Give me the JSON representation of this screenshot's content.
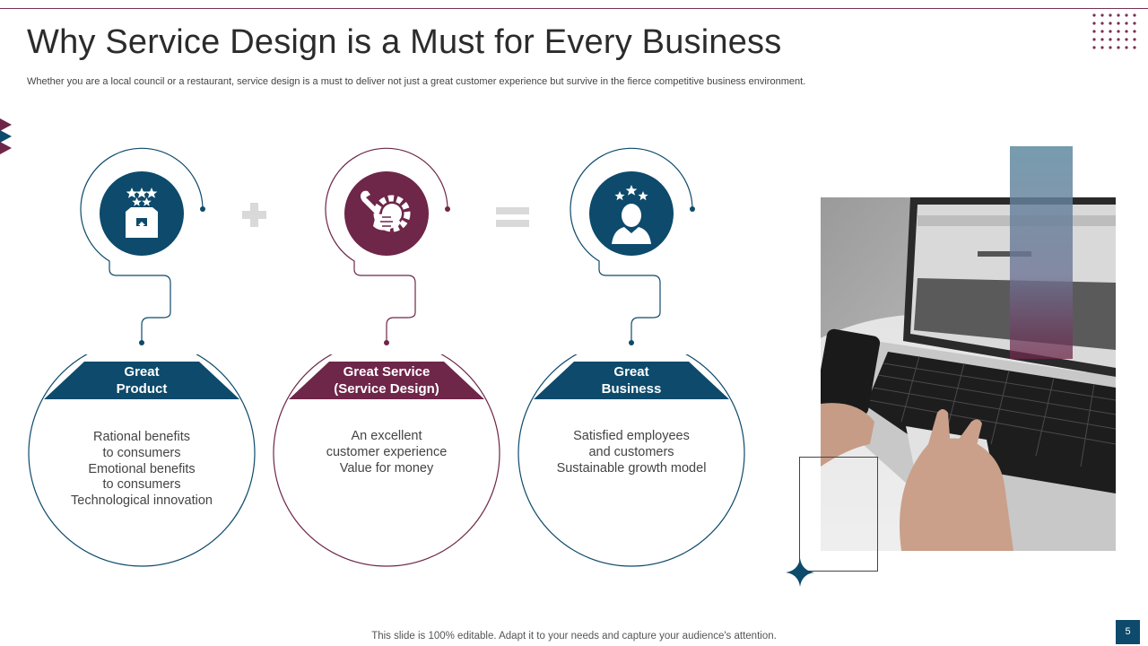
{
  "slide": {
    "title": "Why Service Design is a Must for Every Business",
    "subtitle": "Whether you are a local council or a restaurant, service design is a must to deliver not just a great customer experience but survive in the fierce competitive business environment.",
    "footer": "This slide is 100% editable. Adapt it to your needs and capture your audience's attention.",
    "page_number": "5"
  },
  "colors": {
    "blue": "#0d4a6b",
    "maroon": "#6e2649",
    "operator_gray": "#d9d9d9",
    "overlay_bar": "#5f8aa0"
  },
  "cards": [
    {
      "label_line1": "Great",
      "label_line2": "Product",
      "lines": [
        "Rational benefits",
        "to consumers",
        "Emotional benefits",
        "to consumers",
        "Technological innovation"
      ],
      "icon": "product-box-stars-icon",
      "color": "#0d4a6b"
    },
    {
      "label_line1": "Great Service",
      "label_line2": "(Service Design)",
      "lines": [
        "An excellent",
        "customer experience",
        "Value for money"
      ],
      "icon": "wrench-gear-hand-icon",
      "color": "#6e2649"
    },
    {
      "label_line1": "Great",
      "label_line2": "Business",
      "lines": [
        "Satisfied employees",
        "and customers",
        "Sustainable growth model"
      ],
      "icon": "person-stars-icon",
      "color": "#0d4a6b"
    }
  ],
  "operators": [
    "plus-icon",
    "equals-icon"
  ],
  "photo": "laptop-typing-photo"
}
